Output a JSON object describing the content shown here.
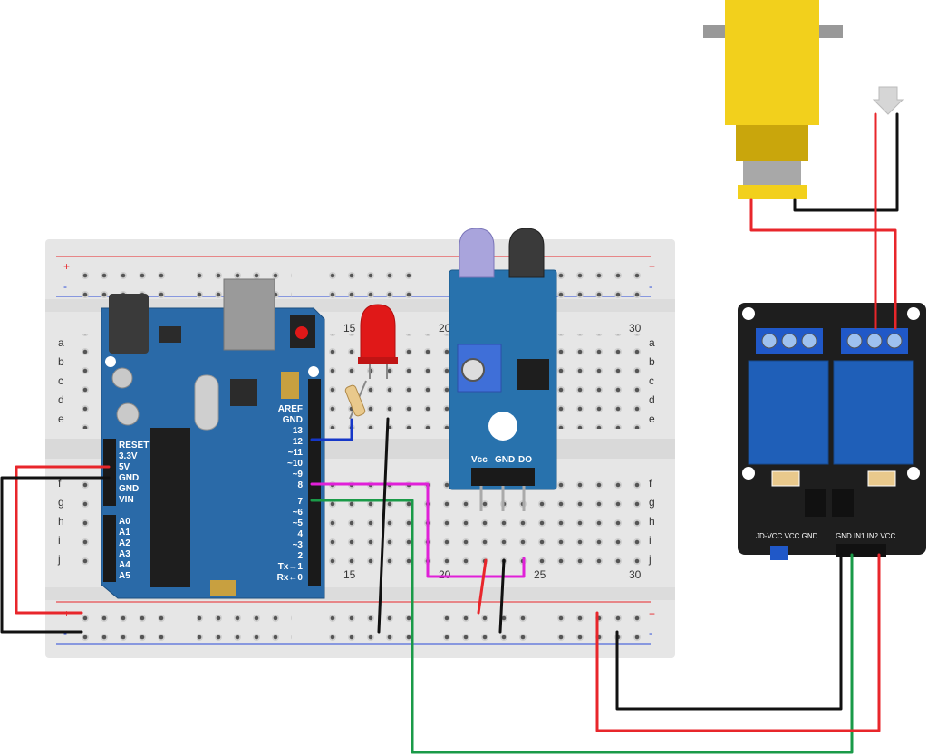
{
  "colors": {
    "breadboard": "#e6e6e6",
    "arduino_board": "#2a6aa8",
    "sensor_board": "#2872ad",
    "relay_board": "#1e1e1e",
    "relay_block": "#1f5fb8",
    "motor_body": "#f2d01c",
    "wire_red": "#e8262b",
    "wire_black": "#111111",
    "wire_green": "#1a9a48",
    "wire_magenta": "#e020d8",
    "wire_blue": "#1537c8",
    "led": "#e01818"
  },
  "breadboard": {
    "rail_plus": "+",
    "rail_minus": "-",
    "row_labels_top": [
      "a",
      "b",
      "c",
      "d",
      "e"
    ],
    "row_labels_bottom": [
      "f",
      "g",
      "h",
      "i",
      "j"
    ],
    "column_numbers_top": [
      "15",
      "20",
      "30"
    ],
    "column_numbers_bottom": [
      "15",
      "20",
      "25",
      "30"
    ]
  },
  "arduino": {
    "power_pins": [
      "RESET",
      "3.3V",
      "5V",
      "GND",
      "GND",
      "VIN"
    ],
    "analog_pins": [
      "A0",
      "A1",
      "A2",
      "A3",
      "A4",
      "A5"
    ],
    "digital_pins": [
      "AREF",
      "GND",
      "13",
      "12",
      "~11",
      "~10",
      "~9",
      "8",
      "7",
      "~6",
      "~5",
      "4",
      "~3",
      "2",
      "Tx→1",
      "Rx←0"
    ]
  },
  "ir_sensor": {
    "pins": [
      "Vcc",
      "GND",
      "DO"
    ]
  },
  "relay": {
    "header_left": "JD-VCC VCC GND",
    "header_right": "GND IN1 IN2 VCC"
  },
  "motor": {
    "icon": "dc-gear-motor-icon"
  },
  "led": {
    "icon": "red-led-icon"
  }
}
